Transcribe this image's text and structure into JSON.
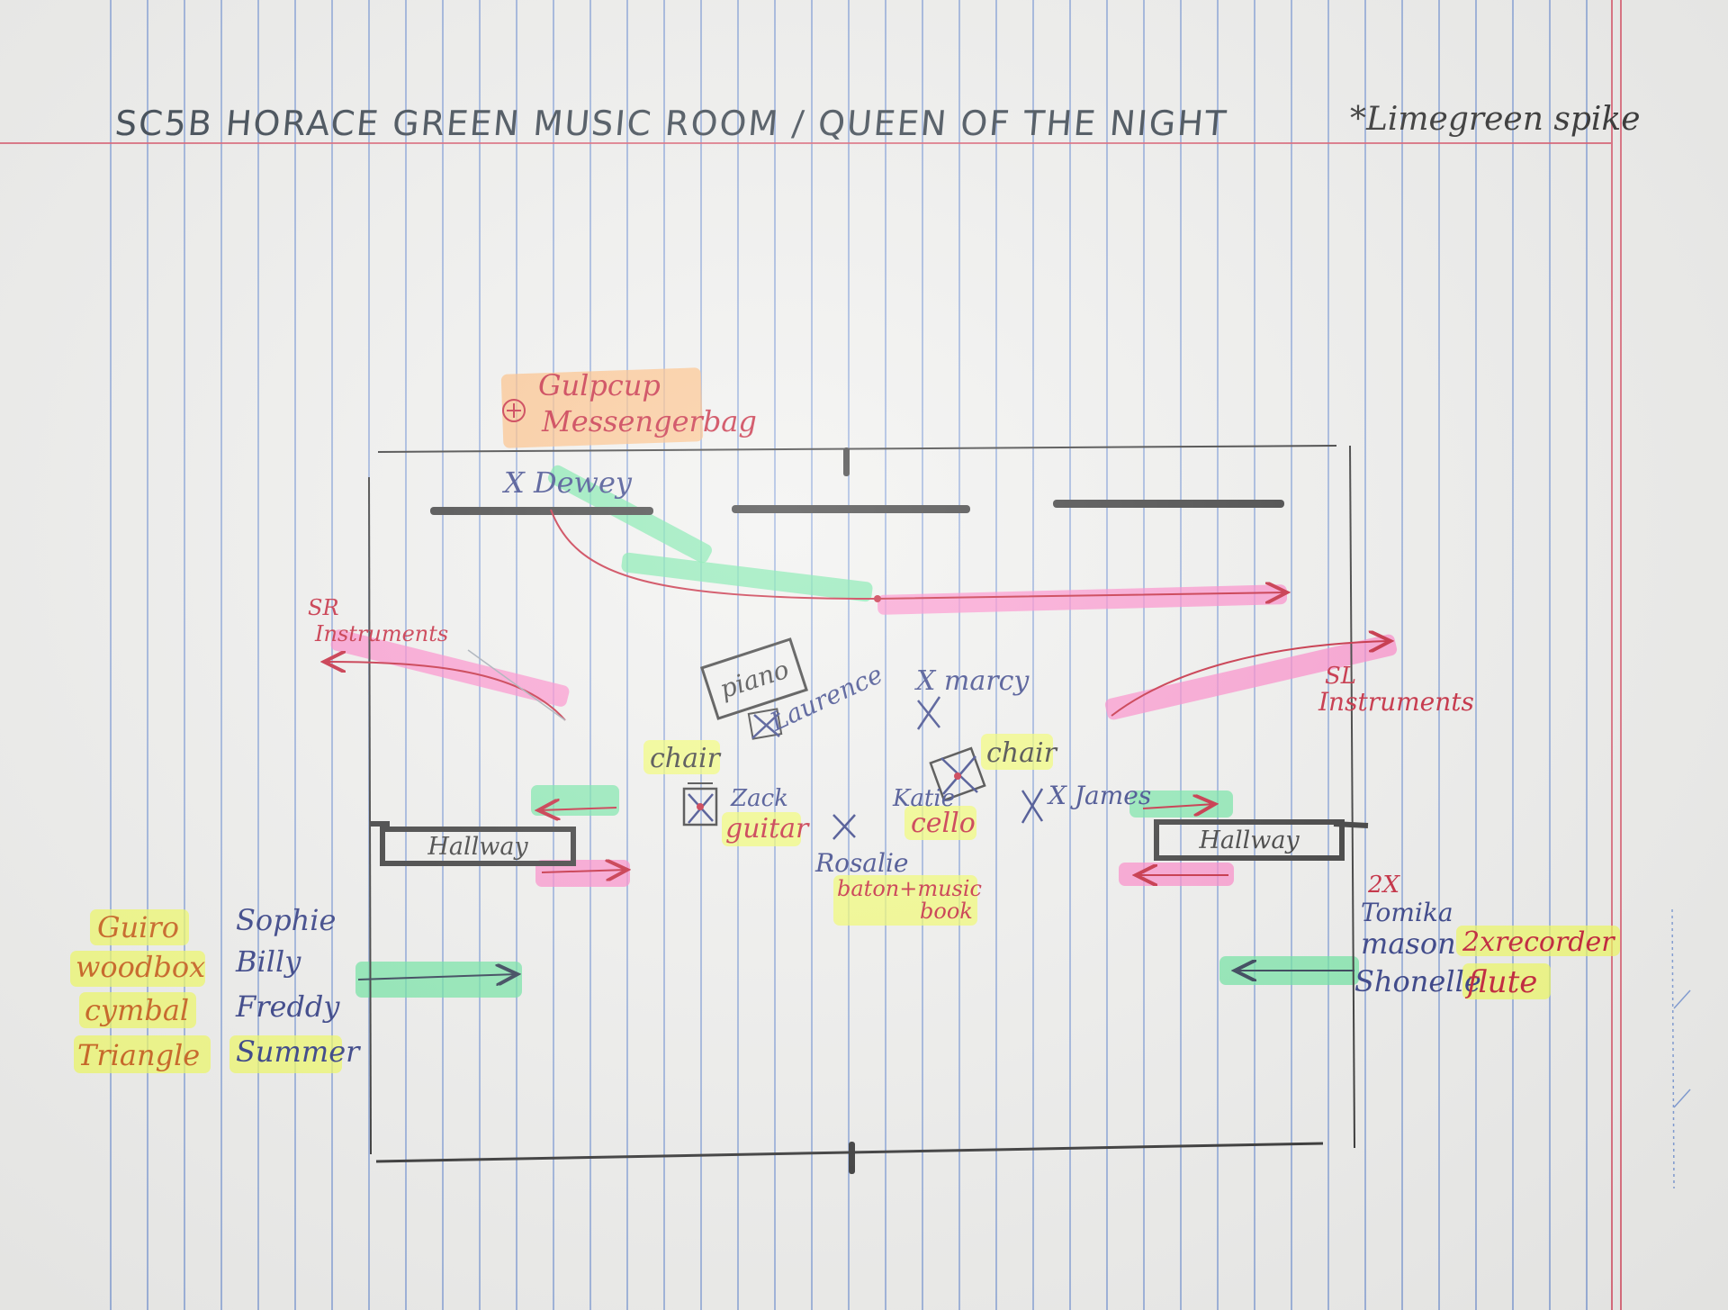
{
  "title": {
    "scene": "SC5B HORACE GREEN MUSIC ROOM / QUEEN OF THE NIGHT",
    "spike_note": "*Limegreen spike"
  },
  "props_top": [
    "Gulpcup",
    "Messengerbag"
  ],
  "set_pieces": {
    "hallway_sr": "Hallway",
    "hallway_sl": "Hallway",
    "piano": "piano"
  },
  "cast": {
    "dewey": "X Dewey",
    "laurence": "Laurence",
    "marcy": "X marcy",
    "zack": "Zack",
    "katie": "Katie",
    "james": "X James",
    "rosalie": "Rosalie",
    "tomika": "Tomika",
    "mason": "mason",
    "shonelle": "Shonelle"
  },
  "props": {
    "chair_left": "chair",
    "chair_right": "chair",
    "guitar": "guitar",
    "cello": "cello",
    "baton_line1": "baton+music",
    "baton_line2": "book",
    "recorder": "2xrecorder",
    "flute": "flute"
  },
  "labels": {
    "sr_line1": "SR",
    "sr_line2": "Instruments",
    "sl_line1": "SL",
    "sl_line2": "Instruments",
    "x_mark": "X",
    "tomika_mark": "2X"
  },
  "left_list": [
    {
      "instrument": "Guiro",
      "name": "Sophie"
    },
    {
      "instrument": "woodbox",
      "name": "Billy"
    },
    {
      "instrument": "cymbal",
      "name": "Freddy"
    },
    {
      "instrument": "Triangle",
      "name": "Summer"
    }
  ],
  "colors": {
    "ink_blue": "#26327e",
    "ink_red": "#c2152d",
    "highlight_green": "#5fe59a",
    "highlight_pink": "#ff78c4",
    "highlight_yellow": "#f2ff57",
    "highlight_orange": "#ffb36b",
    "rule_blue": "#7f9cd6",
    "margin_red": "#d9566a"
  }
}
